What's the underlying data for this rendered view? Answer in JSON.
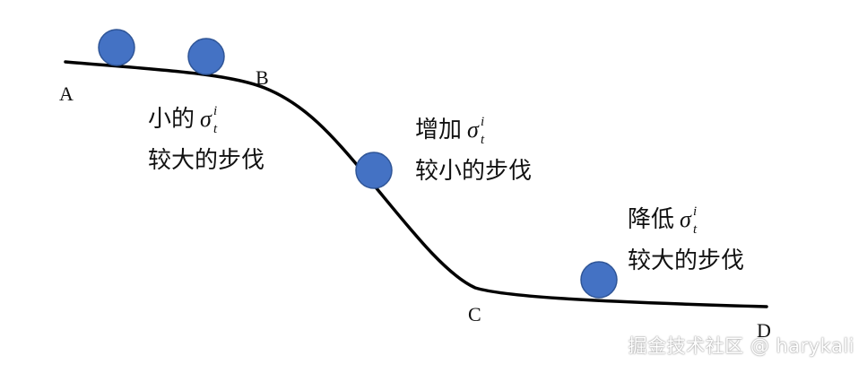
{
  "points": {
    "a": "A",
    "b": "B",
    "c": "C",
    "d": "D"
  },
  "annotations": {
    "left": {
      "line1_prefix": "小的",
      "line2": "较大的步伐"
    },
    "middle": {
      "line1_prefix": "增加",
      "line2": "较小的步伐"
    },
    "right": {
      "line1_prefix": "降低",
      "line2": "较大的步伐"
    },
    "symbol": {
      "base": "σ",
      "superscript": "i",
      "subscript": "t"
    }
  },
  "watermark": "掘金技术社区 @ harykali",
  "colors": {
    "curve": "#000000",
    "ball_fill": "#4472c4",
    "ball_stroke": "#2f5597",
    "text": "#111111"
  }
}
